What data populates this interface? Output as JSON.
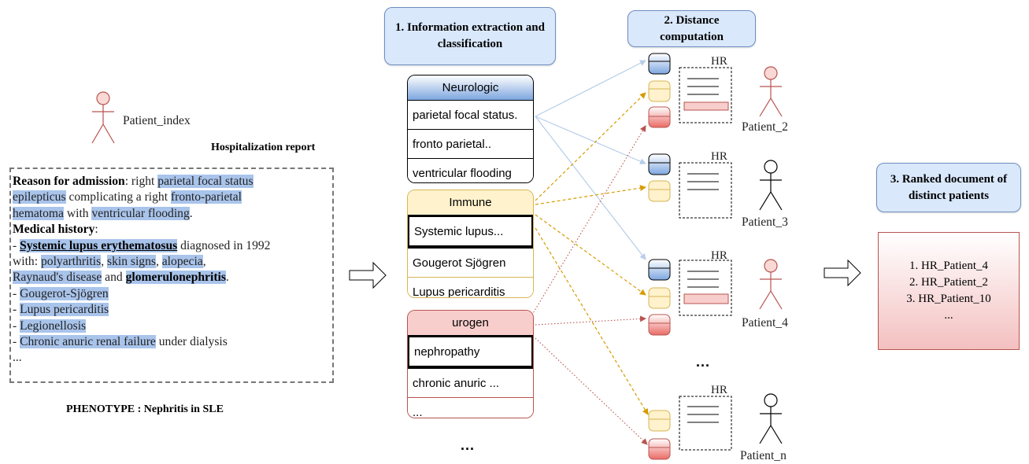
{
  "steps": {
    "extraction": "1. Information extraction and classification",
    "distance": "2. Distance computation",
    "ranked": "3. Ranked document of distinct patients"
  },
  "patient_index_label": "Patient_index",
  "report_title": "Hospitalization report",
  "phenotype": "PHENOTYPE : Nephritis in SLE",
  "report": {
    "reason_label": "Reason for admission",
    "reason_colon_right": ": right ",
    "reason_hl1": "parietal focal status",
    "reason_hl1b": "epilepticus",
    "reason_mid1": " complicating a right ",
    "reason_hl2": "fronto-parietal",
    "reason_hl2b": "hematoma",
    "reason_mid2": " with ",
    "reason_hl3": "ventricular flooding",
    "reason_end": ".",
    "history_label": "Medical history",
    "history_colon": ":",
    "dash": "- ",
    "sle": "Systemic lupus erythematosus",
    "diagnosed": " diagnosed in 1992",
    "with": "with: ",
    "polyarthritis": "polyarthritis",
    "comma_space": ", ",
    "skin_signs": "skin signs",
    "alopecia": "alopecia",
    "comma": ",",
    "raynaud": "Raynaud's disease",
    "and": " and ",
    "glomerulo": "glomerulonephritis",
    "period": ".",
    "gougerot": "Gougerot-Sjögren",
    "lupus_peri": "Lupus pericarditis",
    "legionellosis": "Legionellosis",
    "chronic": "Chronic anuric renal failure",
    "dialysis": " under dialysis",
    "ellipsis": "..."
  },
  "categories": [
    {
      "name": "Neurologic",
      "items": [
        "parietal focal status.",
        "fronto parietal..",
        "ventricular flooding"
      ],
      "selected": -1
    },
    {
      "name": "Immune",
      "items": [
        "Systemic lupus...",
        "Gougerot Sjögren",
        "Lupus pericarditis"
      ],
      "selected": 0
    },
    {
      "name": "urogen",
      "items": [
        "nephropathy",
        "chronic anuric ...",
        "..."
      ],
      "selected": 0
    }
  ],
  "more_categories": "...",
  "more_patients": "...",
  "hr_label": "HR",
  "patients": [
    "Patient_2",
    "Patient_3",
    "Patient_4",
    "Patient_n"
  ],
  "ranked_list": [
    "1. HR_Patient_4",
    "2. HR_Patient_2",
    "3. HR_Patient_10",
    "..."
  ],
  "colors": {
    "blue_fill": "#dae8fc",
    "blue_stroke": "#6c8ebf",
    "yellow_fill": "#fff2cc",
    "yellow_stroke": "#d6b656",
    "red_fill": "#f8cecc",
    "red_stroke": "#b85450",
    "highlight": "#a9c4eb",
    "arrow_blue": "#b8cde8",
    "arrow_yellow": "#d79b00",
    "arrow_red": "#b85450"
  }
}
